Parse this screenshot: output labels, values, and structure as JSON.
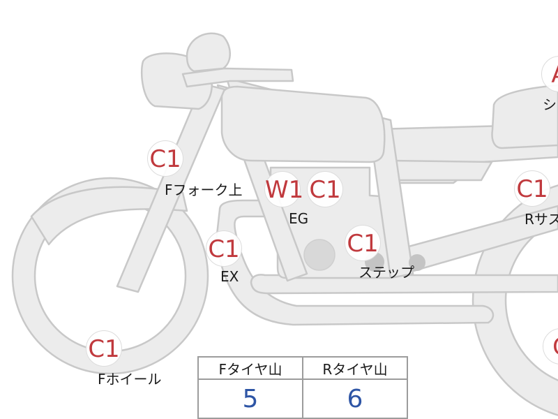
{
  "markers": [
    {
      "id": "f-fork-top",
      "code": "C1",
      "label": "Fフォーク上"
    },
    {
      "id": "engine-w1",
      "code": "W1",
      "label": ""
    },
    {
      "id": "engine-c1",
      "code": "C1",
      "label": "EG"
    },
    {
      "id": "exhaust",
      "code": "C1",
      "label": "EX"
    },
    {
      "id": "step",
      "code": "C1",
      "label": "ステップ"
    },
    {
      "id": "f-wheel",
      "code": "C1",
      "label": "Fホイール"
    },
    {
      "id": "r-suspension",
      "code": "C1",
      "label": "Rサス"
    },
    {
      "id": "seat",
      "code": "A",
      "label": "シ"
    },
    {
      "id": "r-wheel",
      "code": "C",
      "label": ""
    }
  ],
  "tire_table": {
    "headers": [
      "Fタイヤ山",
      "Rタイヤ山"
    ],
    "values": [
      "5",
      "6"
    ]
  },
  "colors": {
    "bike_fill": "#ececec",
    "bike_stroke": "#c8c8c8",
    "marker_text": "#c0393d",
    "table_value": "#2e55a5",
    "table_border": "#9c9c9c"
  }
}
